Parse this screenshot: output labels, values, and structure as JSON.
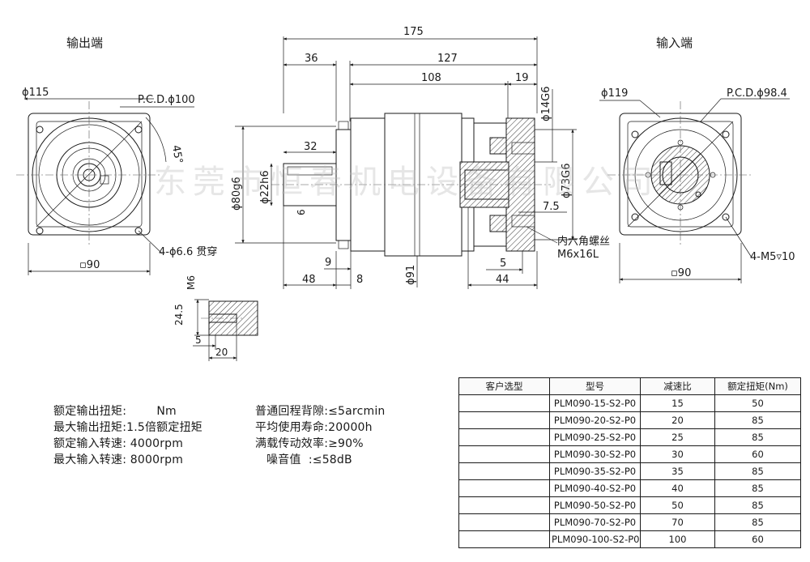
{
  "views": {
    "output_label": "输出端",
    "input_label": "输入端",
    "watermark": "东莞市恒春机电设备有限公司"
  },
  "dimensions": {
    "out_dia_115": "ϕ115",
    "out_pcd_100": "P.C.D.ϕ100",
    "out_angle_45": "45°",
    "out_holes": "4-ϕ6.6 贯穿",
    "out_square_90": "▫90",
    "len_175": "175",
    "len_36": "36",
    "len_127": "127",
    "len_108": "108",
    "len_19": "19",
    "len_32": "32",
    "dia_80g6": "ϕ80g6",
    "dia_22h6": "ϕ22h6",
    "key_6": "6",
    "dia_14g6": "ϕ14G6",
    "dia_73g6": "ϕ73G6",
    "len_7_5": "7.5",
    "screw_1": "内六角螺丝",
    "screw_2": "M6x16L",
    "len_9": "9",
    "len_48": "48",
    "len_8": "8",
    "dia_91": "ϕ91",
    "len_5": "5",
    "len_44": "44",
    "in_dia_119": "ϕ119",
    "in_pcd_98_4": "P.C.D.ϕ98.4",
    "in_holes": "4-M5▿10",
    "in_square_90": "▫90",
    "tap_m6": "M6",
    "tap_24_5": "24.5",
    "tap_5": "5",
    "tap_20": "20"
  },
  "specs_left": [
    "额定输出扭矩:        Nm",
    "最大输出扭矩:1.5倍额定扭矩",
    "额定输入转速: 4000rpm",
    "最大输入转速: 8000rpm"
  ],
  "specs_right": [
    "普通回程背隙:≤5arcmin",
    "平均使用寿命:20000h",
    "满载传动效率:≥90%",
    "   噪音值  :≤58dB"
  ],
  "table": {
    "headers": [
      "客户选型",
      "型号",
      "减速比",
      "额定扭矩(Nm)"
    ],
    "rows": [
      [
        "",
        "PLM090-15-S2-P0",
        "15",
        "50"
      ],
      [
        "",
        "PLM090-20-S2-P0",
        "20",
        "85"
      ],
      [
        "",
        "PLM090-25-S2-P0",
        "25",
        "85"
      ],
      [
        "",
        "PLM090-30-S2-P0",
        "30",
        "60"
      ],
      [
        "",
        "PLM090-35-S2-P0",
        "35",
        "85"
      ],
      [
        "",
        "PLM090-40-S2-P0",
        "40",
        "85"
      ],
      [
        "",
        "PLM090-50-S2-P0",
        "50",
        "85"
      ],
      [
        "",
        "PLM090-70-S2-P0",
        "70",
        "85"
      ],
      [
        "",
        "PLM090-100-S2-P0",
        "100",
        "60"
      ]
    ]
  }
}
